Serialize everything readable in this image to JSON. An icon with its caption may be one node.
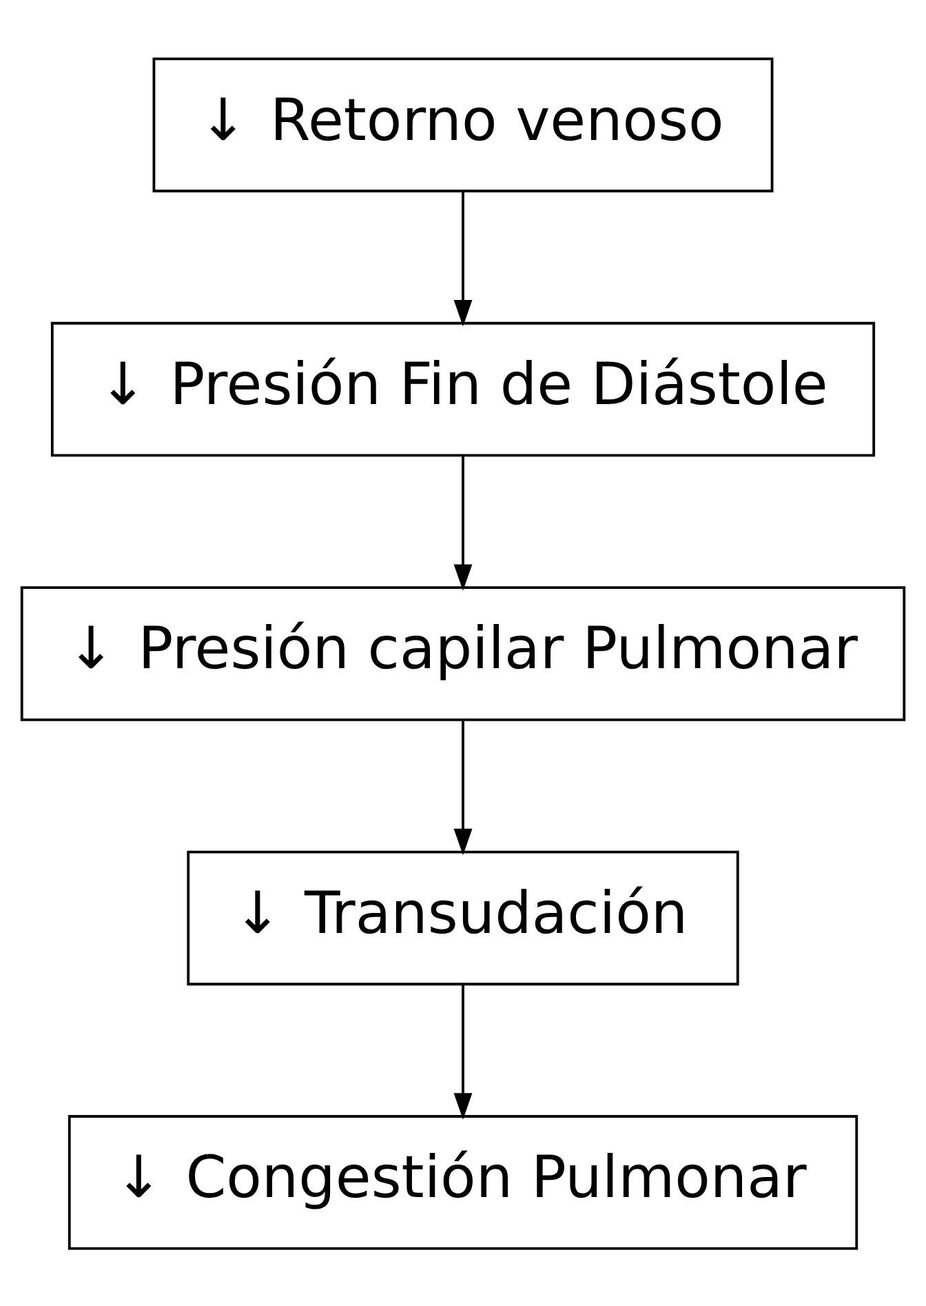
{
  "diagram": {
    "nodes": [
      {
        "text": [
          "↓",
          "Retorno venoso"
        ]
      },
      {
        "text": [
          "↓",
          "Presión Fin de Diástole"
        ]
      },
      {
        "text": [
          "↓",
          "Presión capilar Pulmonar"
        ]
      },
      {
        "text": [
          "↓",
          "Transudación"
        ]
      },
      {
        "text": [
          "↓",
          "Congestión Pulmonar"
        ]
      }
    ],
    "edges": [
      {
        "from": 0,
        "to": 1,
        "arrow": "to"
      },
      {
        "from": 1,
        "to": 2,
        "arrow": "to"
      },
      {
        "from": 2,
        "to": 3,
        "arrow": "to"
      },
      {
        "from": 3,
        "to": 4,
        "arrow": "to"
      }
    ]
  }
}
